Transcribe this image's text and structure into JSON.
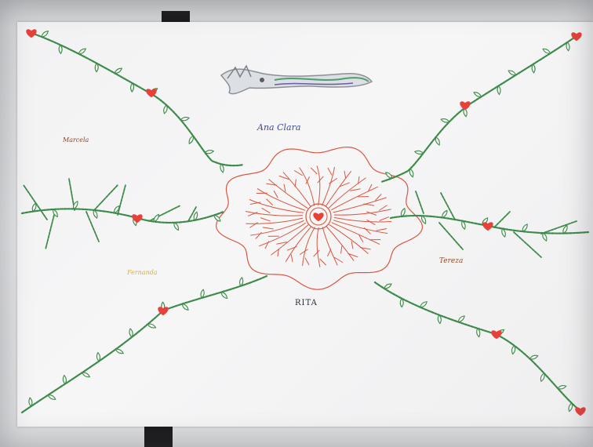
{
  "names": {
    "top": "Ana Clara",
    "left": "Marcela",
    "left_lower": "Fernanda",
    "right": "Tereza",
    "bottom": "RITA"
  },
  "colors": {
    "vine": "#3d8a4a",
    "heart": "#e8413a",
    "petal": "#d9563f",
    "name_blue": "#3b4a9a",
    "name_brown": "#8a4a2a",
    "name_yellow": "#d9b23a",
    "name_dark": "#2a2a3a"
  },
  "decoration": "drawn-dragon-sticker"
}
